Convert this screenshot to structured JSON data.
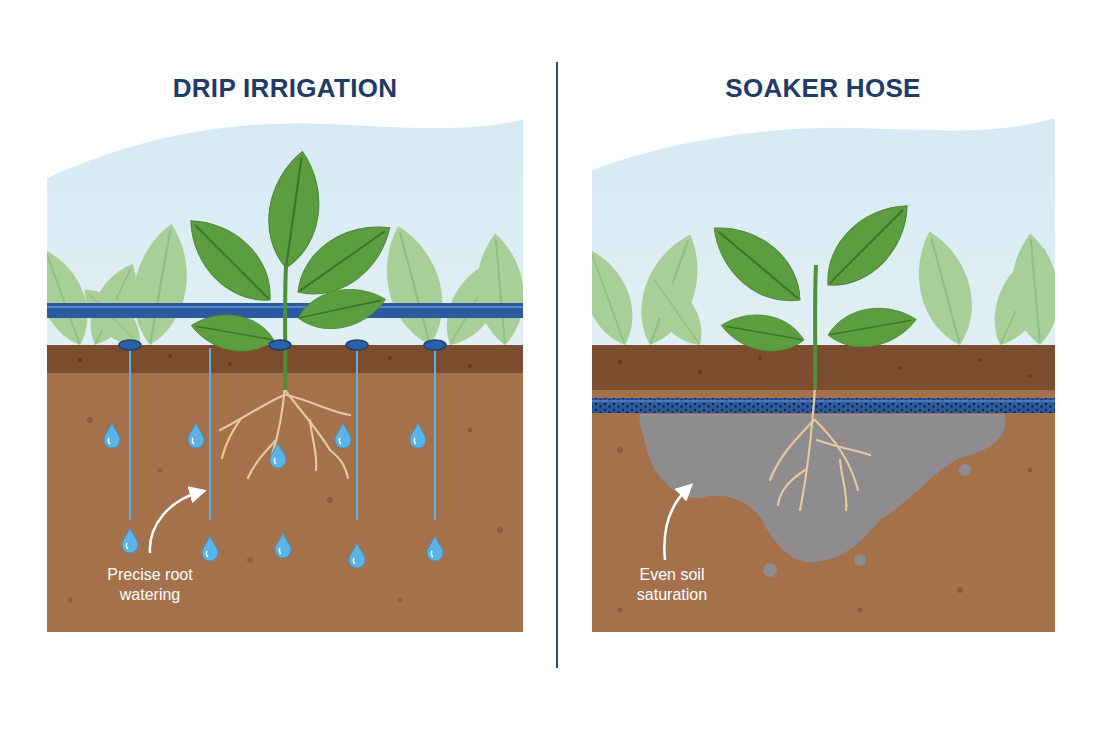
{
  "diagram": {
    "labels": [
      "DRIP IRRIGATION",
      "Precise root watering",
      "SOAKER HOSE",
      "Even soil saturation"
    ]
  }
}
